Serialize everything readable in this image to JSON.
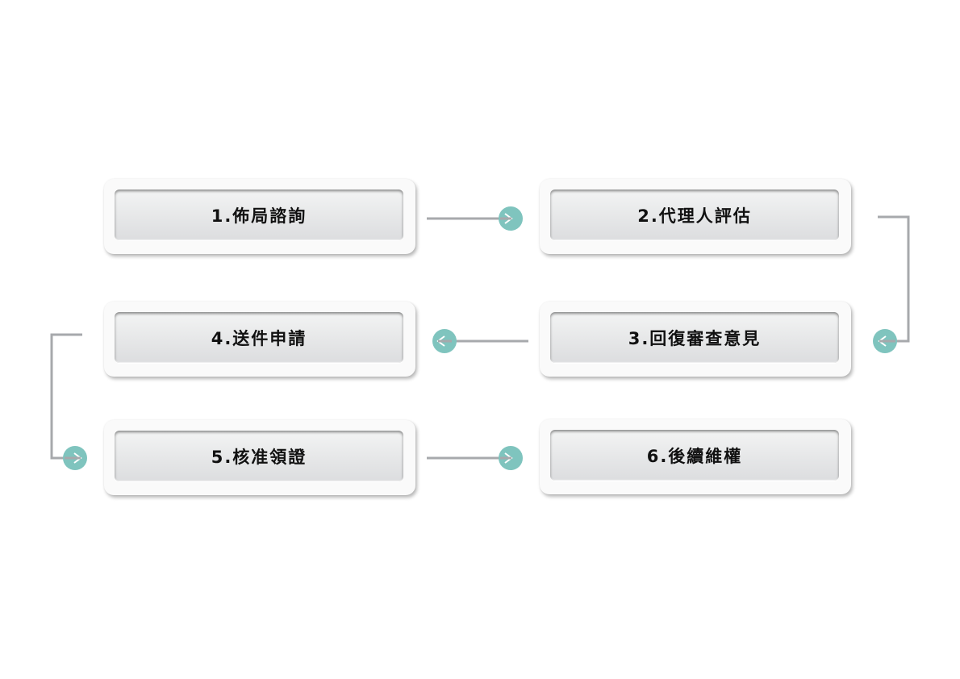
{
  "diagram": {
    "steps": [
      {
        "id": 1,
        "label": "1.佈局諮詢"
      },
      {
        "id": 2,
        "label": "2.代理人評估"
      },
      {
        "id": 3,
        "label": "3.回復審查意見"
      },
      {
        "id": 4,
        "label": "4.送件申請"
      },
      {
        "id": 5,
        "label": "5.核准領證"
      },
      {
        "id": 6,
        "label": "6.後續維權"
      }
    ],
    "edges": [
      {
        "from": 1,
        "to": 2
      },
      {
        "from": 2,
        "to": 3
      },
      {
        "from": 3,
        "to": 4
      },
      {
        "from": 4,
        "to": 5
      },
      {
        "from": 5,
        "to": 6
      }
    ],
    "colors": {
      "connector": "#a7a9ac",
      "arrow_dot": "#7fc4be",
      "text": "#111111",
      "card": "#fafafa"
    }
  }
}
